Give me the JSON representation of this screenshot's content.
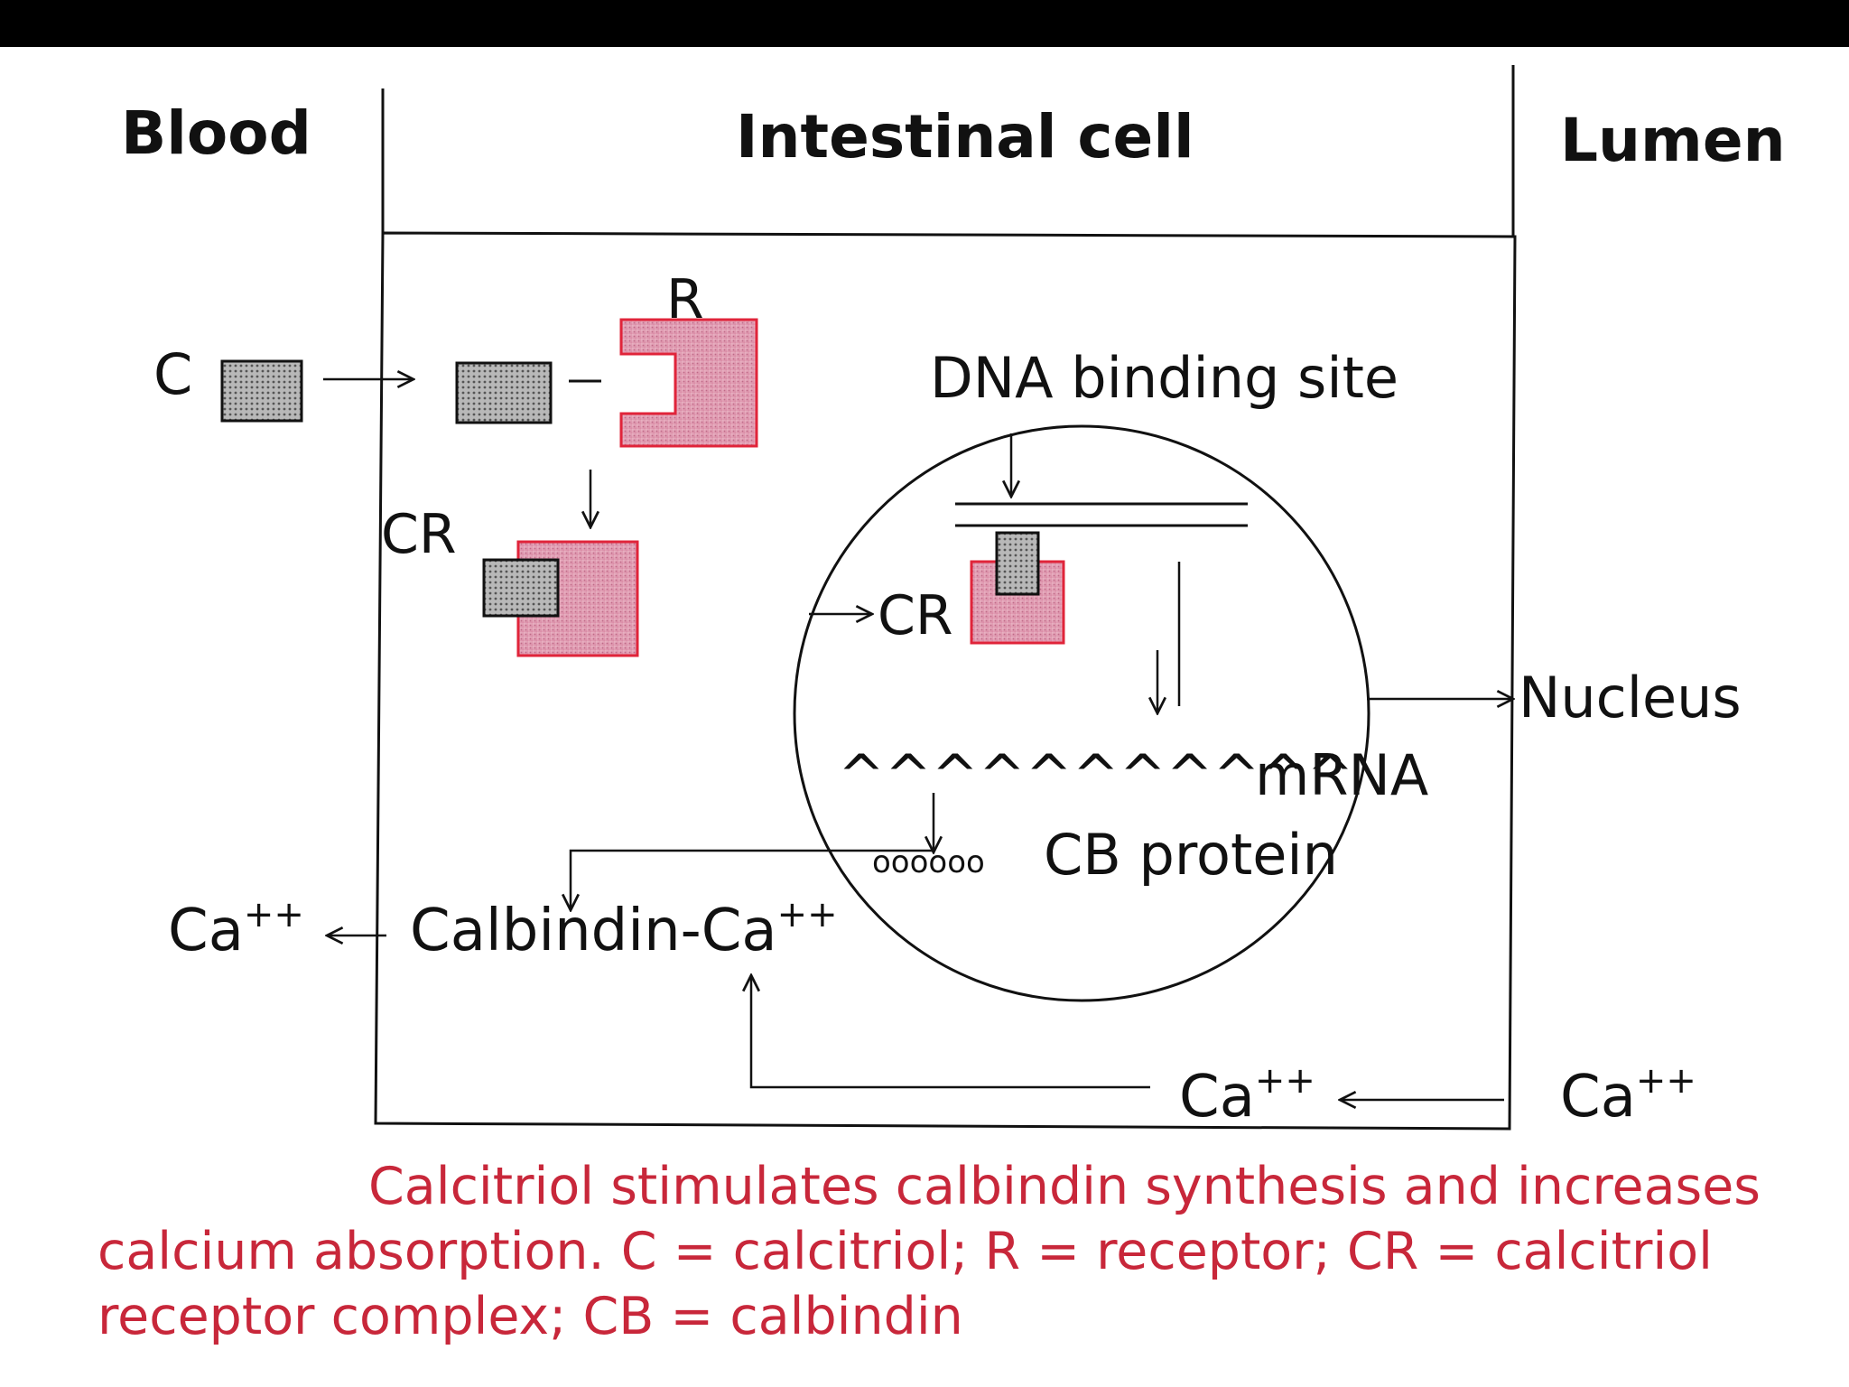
{
  "regions": {
    "blood": "Blood",
    "cell": "Intestinal cell",
    "lumen": "Lumen"
  },
  "labels": {
    "c": "C",
    "r": "R",
    "cr": "CR",
    "cr_nucleus": "CR",
    "dna_binding_site": "DNA binding site",
    "nucleus": "Nucleus",
    "mrna_wave": "^^^^^^^^^^^",
    "mrna": "mRNA",
    "cb_beads": "oooooo",
    "cb_protein": "CB protein",
    "calbindin_ca": "Calbindin-Ca",
    "ca_blood": "Ca",
    "ca_cell": "Ca",
    "ca_lumen": "Ca",
    "charge": "++"
  },
  "caption": {
    "line1": "Calcitriol stimulates calbindin synthesis and increases",
    "line2": "calcium absorption. C = calcitriol; R = receptor; CR = calcitriol",
    "line3": "receptor complex;  CB = calbindin"
  },
  "colors": {
    "receptor": "#e0243a",
    "receptor_fill": "#e6a8bc",
    "calcitriol_fill": "#9a9a9a",
    "caption": "#c8273a"
  }
}
